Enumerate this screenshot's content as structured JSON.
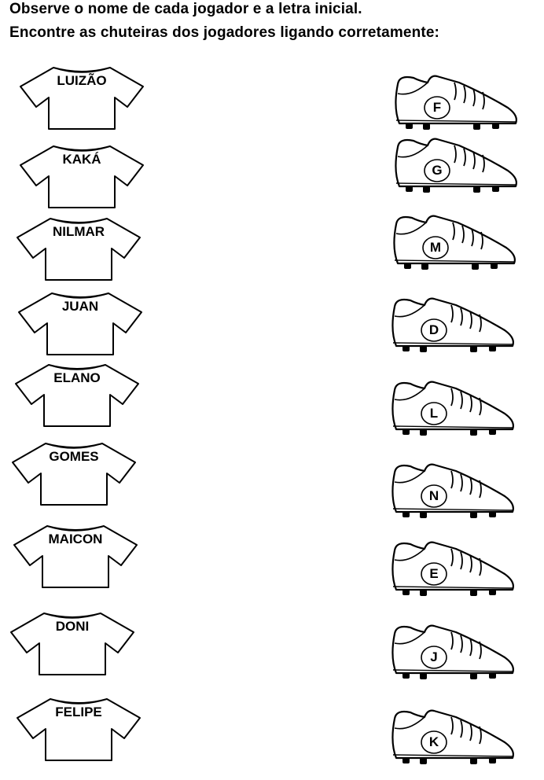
{
  "instructions": {
    "line1": "Observe o nome de cada jogador e a letra inicial.",
    "line2": "Encontre as chuteiras dos jogadores ligando corretamente:"
  },
  "shirt_icon": "t-shirt-icon",
  "shoe_icon": "soccer-cleat-icon",
  "players": [
    "LUIZÃO",
    "KAKÁ",
    "NILMAR",
    "JUAN",
    "ELANO",
    "GOMES",
    "MAICON",
    "DONI",
    "FELIPE"
  ],
  "boot_letters": [
    "F",
    "G",
    "M",
    "D",
    "L",
    "N",
    "E",
    "J",
    "K"
  ]
}
